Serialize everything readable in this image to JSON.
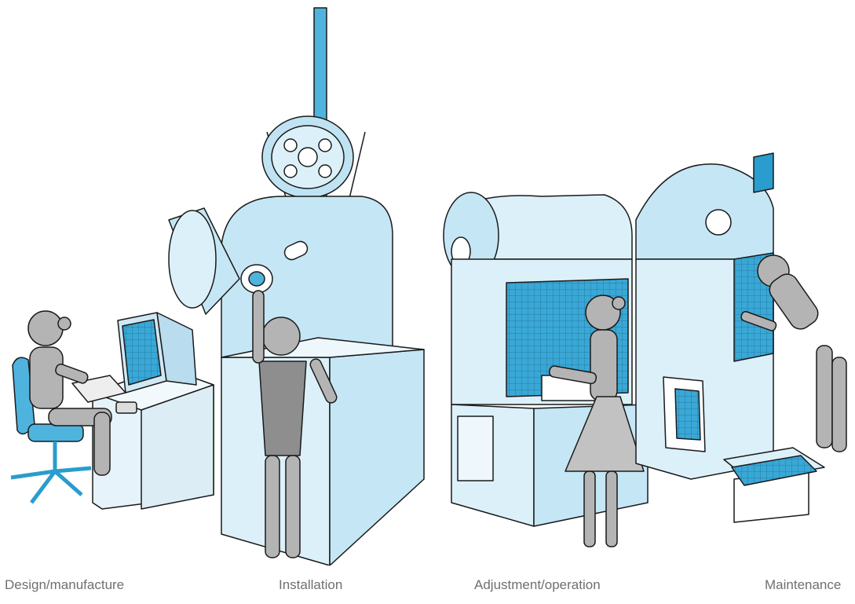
{
  "captions": {
    "design": "Design/manufacture",
    "installation": "Installation",
    "adjustment": "Adjustment/operation",
    "maintenance": "Maintenance"
  },
  "palette": {
    "machine_fill": "#dcf0f9",
    "machine_shade": "#bfe3f3",
    "accent": "#2a9ccd",
    "figure": "#a9a9a9",
    "outline": "#1a1a1a"
  }
}
